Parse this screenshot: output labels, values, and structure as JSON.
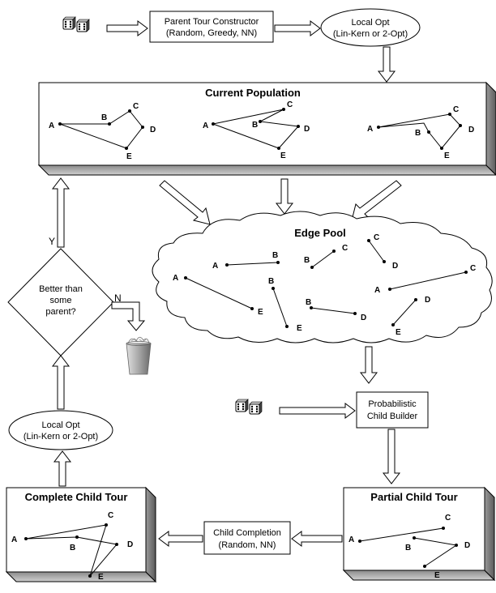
{
  "parent_tour_constructor": {
    "line1": "Parent Tour Constructor",
    "line2": "(Random, Greedy, NN)"
  },
  "local_opt_top": {
    "line1": "Local Opt",
    "line2": "(Lin-Kern or 2-Opt)"
  },
  "current_population": {
    "title": "Current Population"
  },
  "edge_pool": {
    "title": "Edge Pool"
  },
  "decision": {
    "line1": "Better than",
    "line2": "some",
    "line3": "parent?",
    "yes": "Y",
    "no": "N"
  },
  "probabilistic_builder": {
    "line1": "Probabilistic",
    "line2": "Child Builder"
  },
  "local_opt_left": {
    "line1": "Local Opt",
    "line2": "(Lin-Kern or 2-Opt)"
  },
  "complete_child_tour": {
    "title": "Complete Child Tour"
  },
  "partial_child_tour": {
    "title": "Partial Child Tour"
  },
  "child_completion": {
    "line1": "Child Completion",
    "line2": "(Random, NN)"
  },
  "points": {
    "A": "A",
    "B": "B",
    "C": "C",
    "D": "D",
    "E": "E"
  },
  "icons": {
    "dice": "dice-icon",
    "trash": "trash-can-icon"
  }
}
